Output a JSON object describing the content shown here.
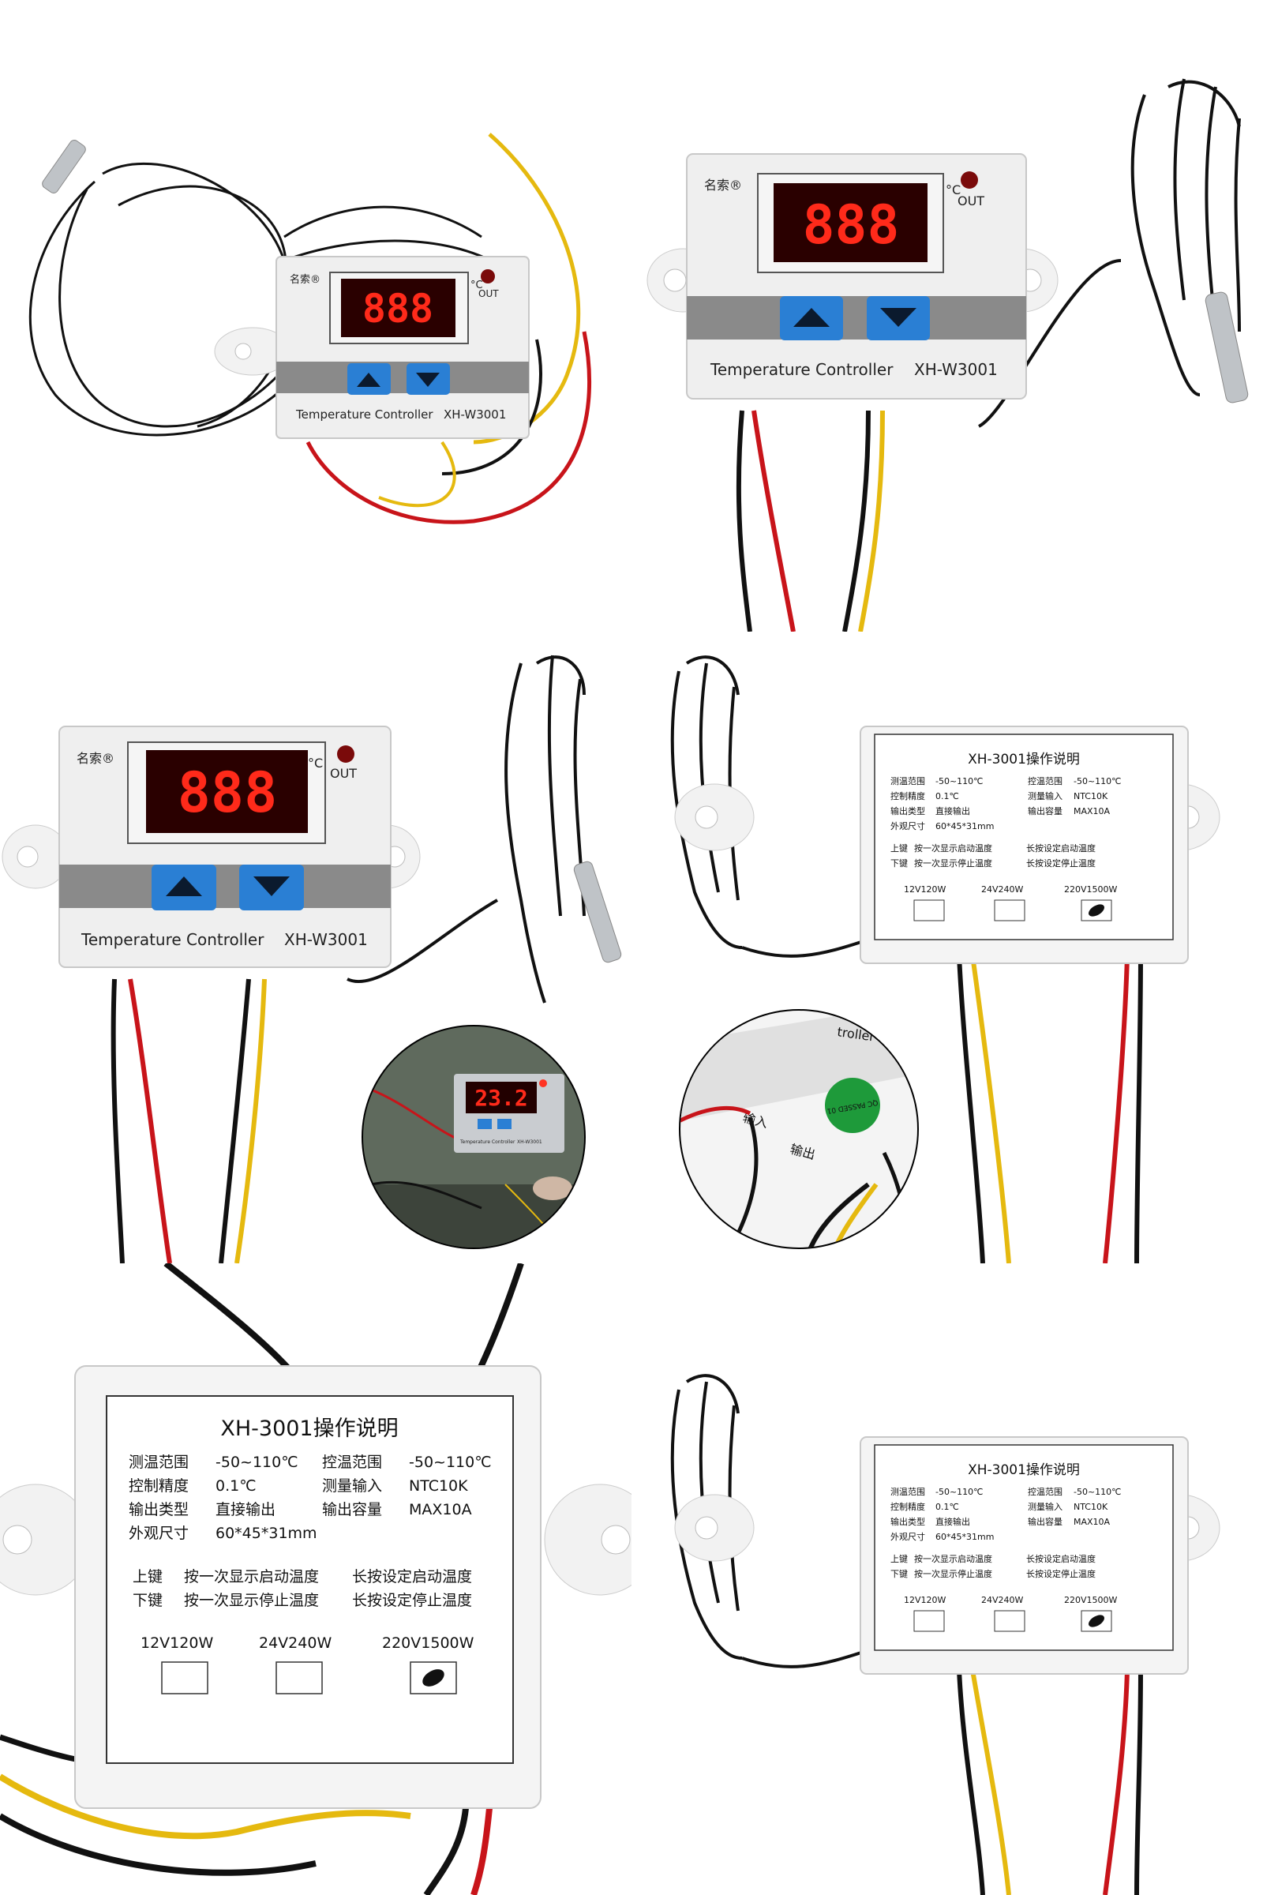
{
  "controller": {
    "brand": "名索®",
    "unit": "°C",
    "out_label": "OUT",
    "display": "888",
    "title": "Temperature Controller",
    "model": "XH-W3001"
  },
  "closeup": {
    "display": "23.2",
    "title": "Temperature Controller",
    "model": "XH-W3001",
    "side_in": "输入",
    "side_out": "输出",
    "qc_label": "QC PASSED 01",
    "roller_text": "troller"
  },
  "label": {
    "heading": "XH-3001操作说明",
    "specs": [
      {
        "k": "测温范围",
        "v": "-50~110℃",
        "k2": "控温范围",
        "v2": "-50~110℃"
      },
      {
        "k": "控制精度",
        "v": "0.1℃",
        "k2": "测量输入",
        "v2": "NTC10K"
      },
      {
        "k": "输出类型",
        "v": "直接输出",
        "k2": "输出容量",
        "v2": "MAX10A"
      },
      {
        "k": "外观尺寸",
        "v": "60*45*31mm",
        "k2": "",
        "v2": ""
      }
    ],
    "keys": [
      {
        "k": "上键",
        "a": "按一次显示启动温度",
        "b": "长按设定启动温度"
      },
      {
        "k": "下键",
        "a": "按一次显示停止温度",
        "b": "长按设定停止温度"
      }
    ],
    "options": [
      "12V120W",
      "24V240W",
      "220V1500W"
    ]
  },
  "colors": {
    "body": "#eeeeee",
    "band": "#8a8a8a",
    "button": "#2a7fd4",
    "lcd_bg": "#2a0000",
    "segment": "#ff2a1a",
    "wire_red": "#c8141a",
    "wire_yellow": "#e5b90f",
    "wire_black": "#111111"
  }
}
